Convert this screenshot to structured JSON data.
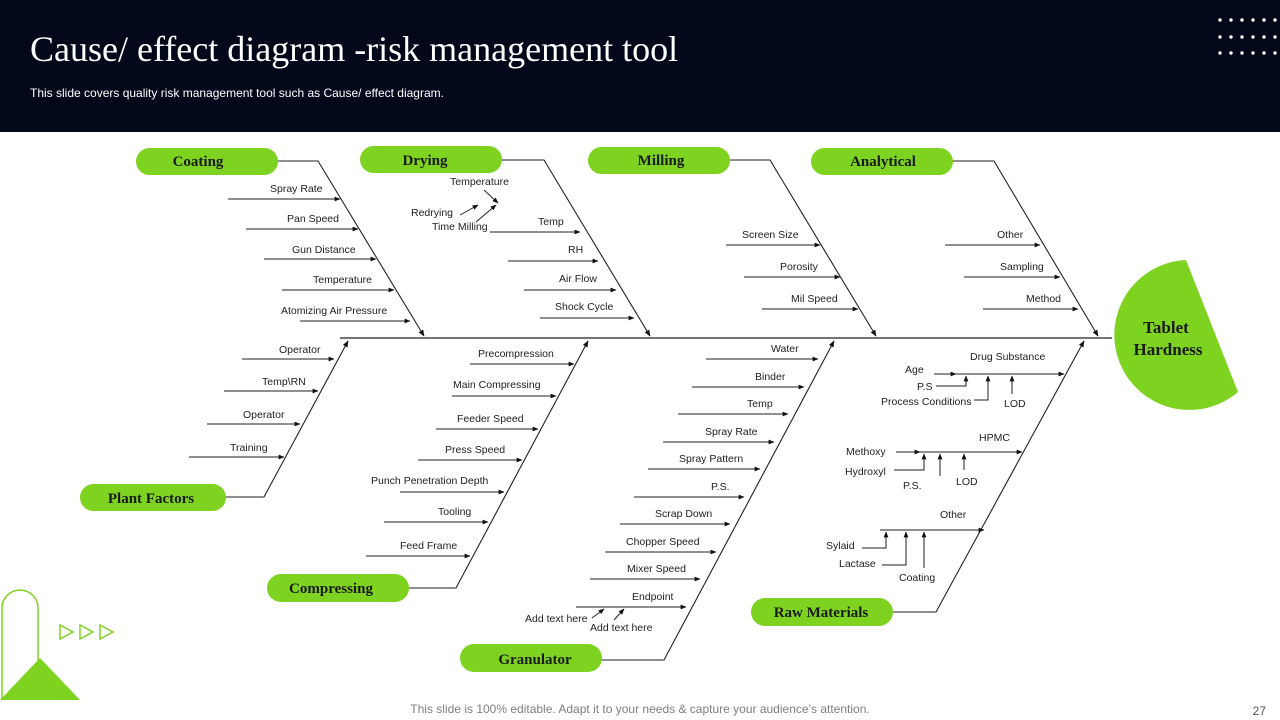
{
  "header": {
    "title": "Cause/ effect diagram -risk management tool",
    "subtitle": "This slide covers quality risk management tool such as Cause/ effect diagram."
  },
  "colors": {
    "accent": "#7ed321",
    "header_bg": "#03081b"
  },
  "effect": {
    "line1": "Tablet",
    "line2": "Hardness"
  },
  "categories": {
    "coating": "Coating",
    "drying": "Drying",
    "milling": "Milling",
    "analytical": "Analytical",
    "plant_factors": "Plant Factors",
    "compressing": "Compressing",
    "granulator": "Granulator",
    "raw_materials": "Raw Materials"
  },
  "coating_causes": [
    "Spray Rate",
    "Pan Speed",
    "Gun Distance",
    "Temperature",
    "Atomizing Air Pressure"
  ],
  "drying_causes": {
    "temperature": "Temperature",
    "redrying": "Redrying",
    "time_milling": "Time Milling",
    "temp": "Temp",
    "rh": "RH",
    "air_flow": "Air Flow",
    "shock_cycle": "Shock Cycle"
  },
  "milling_causes": [
    "Screen Size",
    "Porosity",
    "Mil Speed"
  ],
  "analytical_causes": [
    "Other",
    "Sampling",
    "Method"
  ],
  "plant_causes": [
    "Operator",
    "Temp\\RN",
    "Operator",
    "Training"
  ],
  "compressing_causes": [
    "Precompression",
    "Main Compressing",
    "Feeder Speed",
    "Press Speed",
    "Punch Penetration Depth",
    "Tooling",
    "Feed Frame"
  ],
  "granulator_causes": [
    "Water",
    "Binder",
    "Temp",
    "Spray Rate",
    "Spray Pattern",
    "P.S.",
    "Scrap Down",
    "Chopper Speed",
    "Mixer Speed",
    "Endpoint",
    "Add text here",
    "Add text here"
  ],
  "raw_causes": {
    "drug_substance": "Drug Substance",
    "age": "Age",
    "ps1": "P.S",
    "process_conditions": "Process Conditions",
    "lod1": "LOD",
    "hpmc": "HPMC",
    "methoxy": "Methoxy",
    "hydroxyl": "Hydroxyl",
    "ps2": "P.S.",
    "lod2": "LOD",
    "other": "Other",
    "sylaid": "Sylaid",
    "lactase": "Lactase",
    "coating": "Coating"
  },
  "footer": {
    "text": "This slide is 100% editable. Adapt it to your needs & capture your audience’s attention.",
    "page": "27"
  }
}
